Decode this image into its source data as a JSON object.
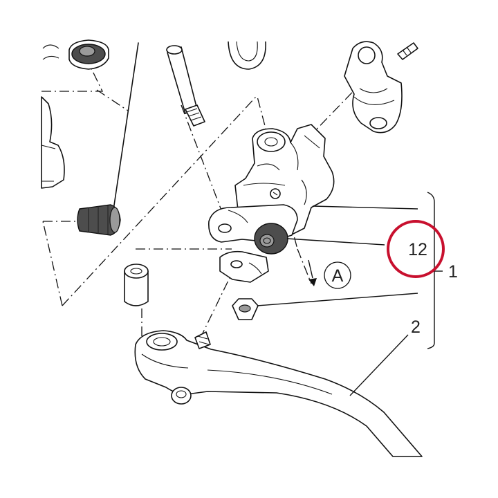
{
  "callouts": {
    "item_1": "1",
    "item_2": "2",
    "item_12": "12",
    "view_a": "A"
  },
  "colors": {
    "highlight_circle": "#c8102e",
    "line": "#111111",
    "rubber_part": "#4d4d4d"
  }
}
